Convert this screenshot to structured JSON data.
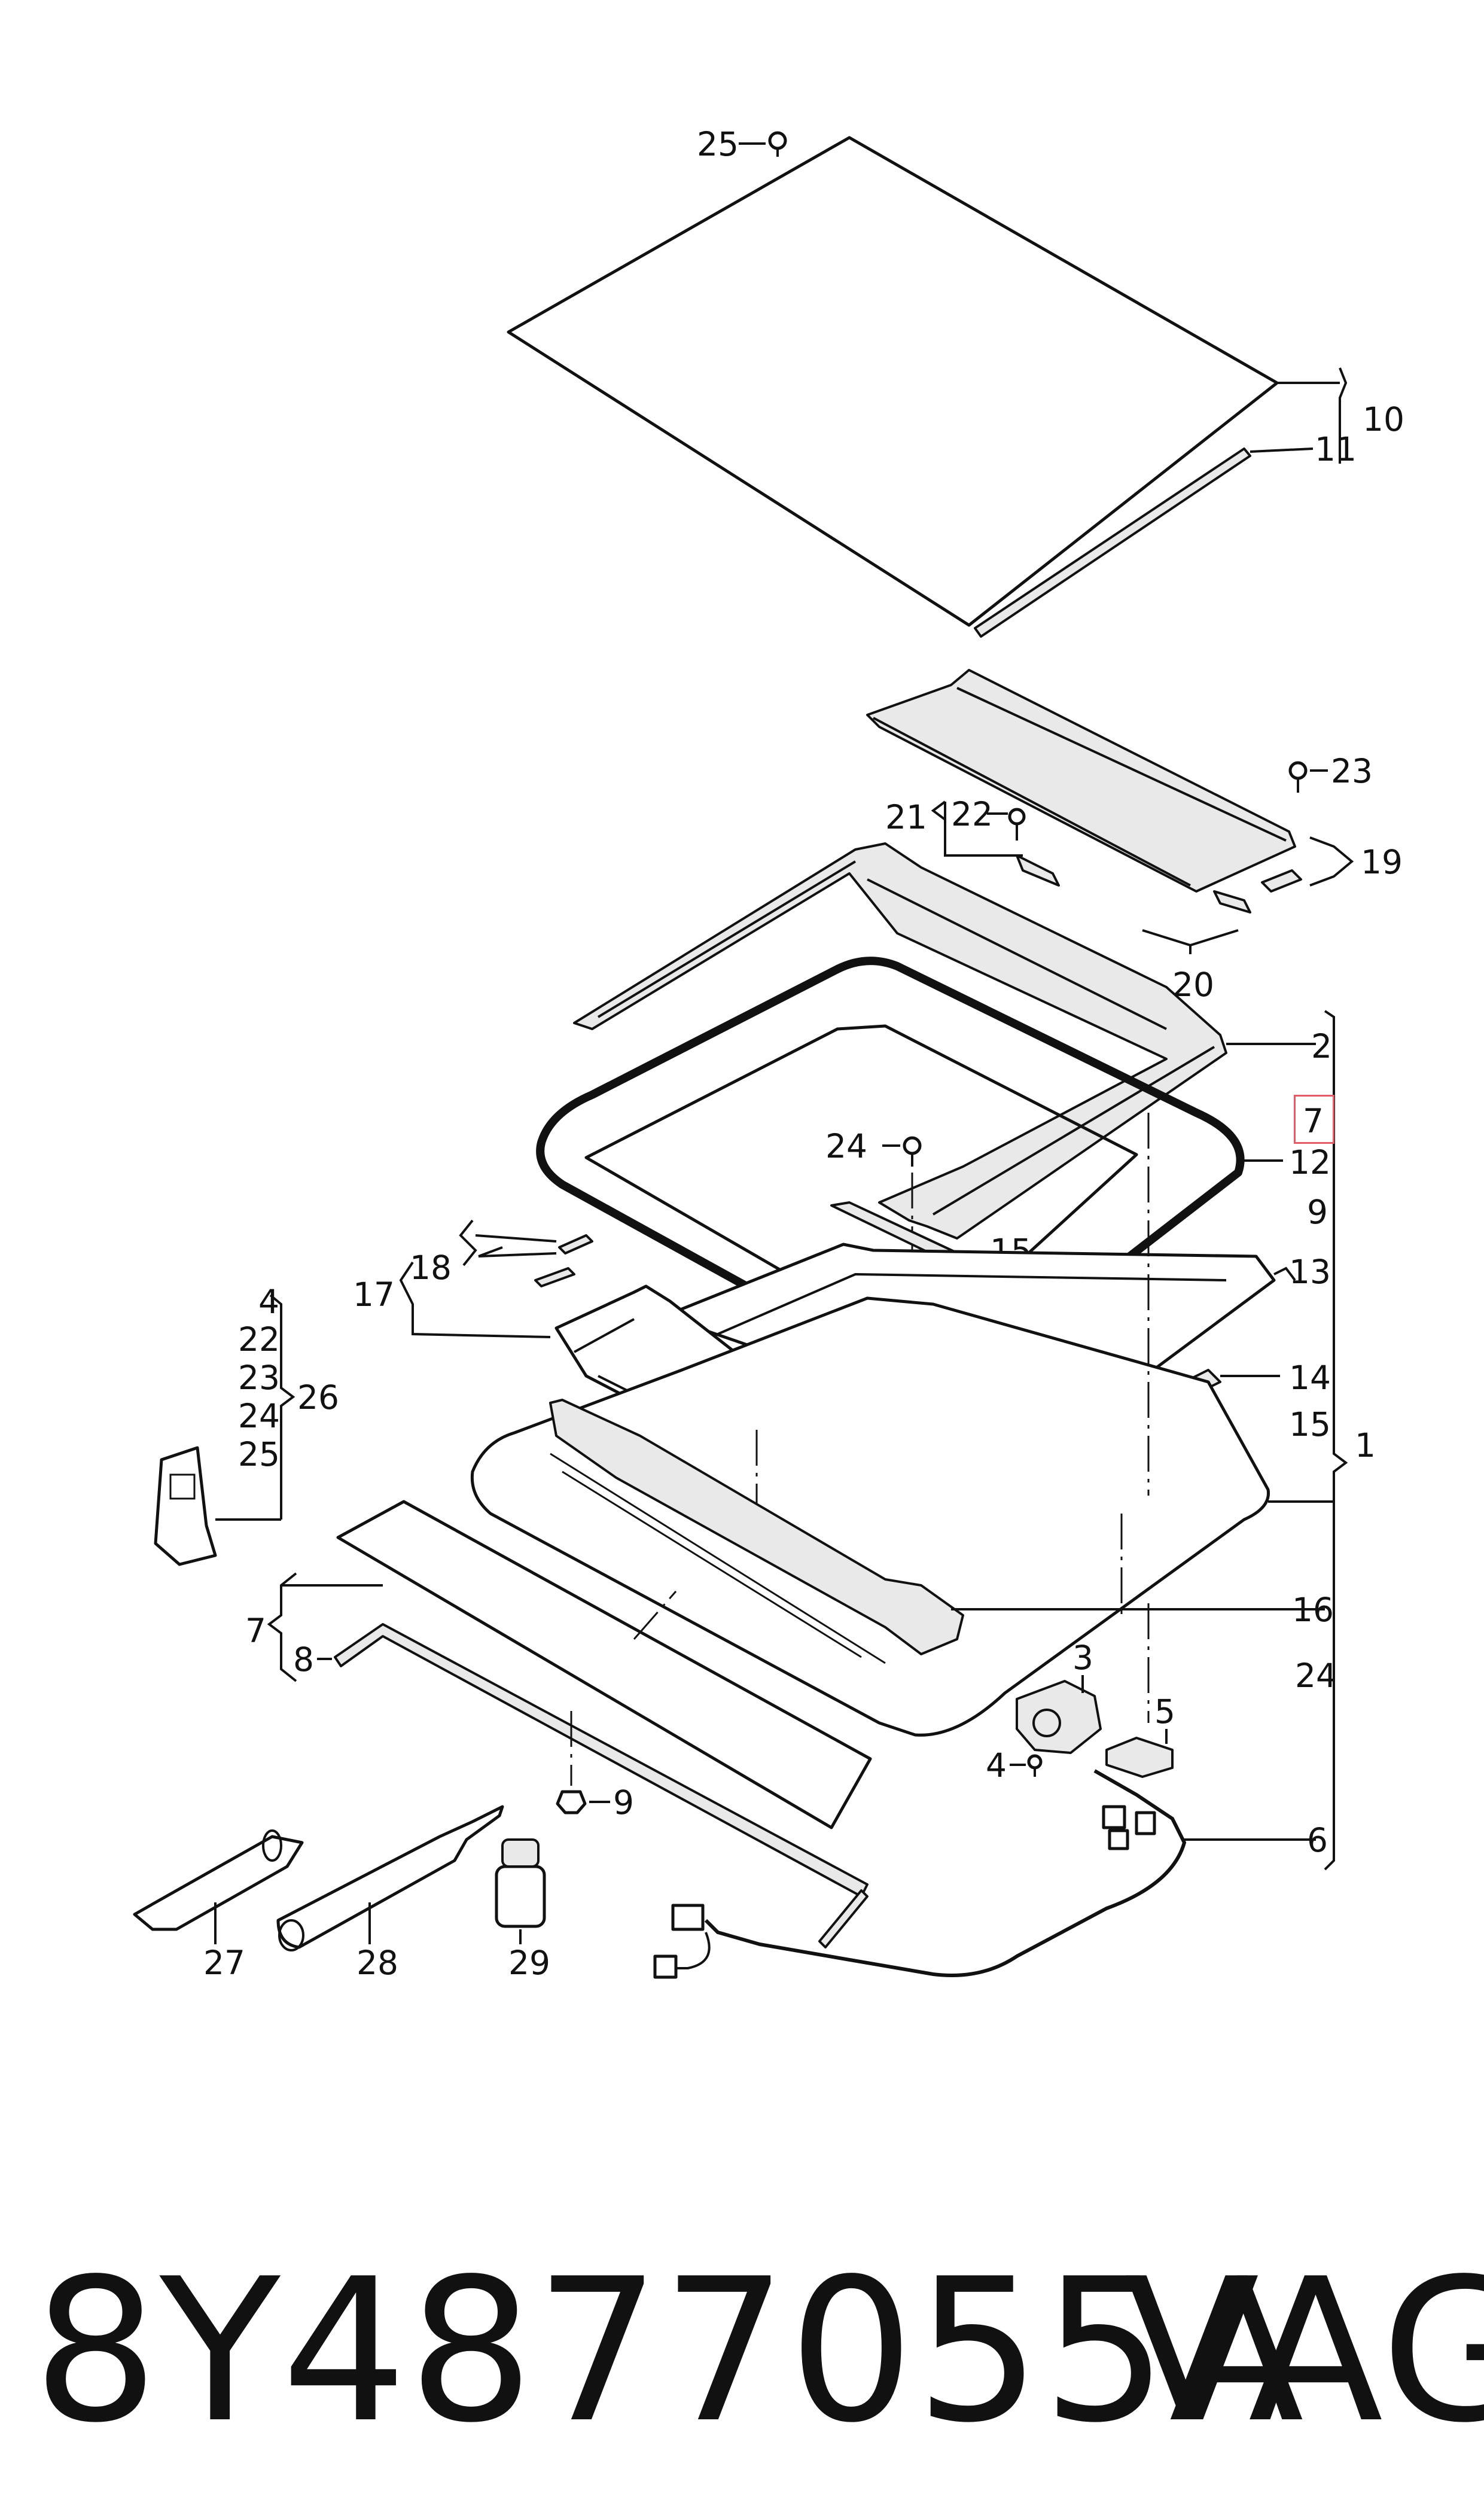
{
  "diagram": {
    "callouts": {
      "c1": "1",
      "c2": "2",
      "c3": "3",
      "c4a": "4",
      "c4b": "4",
      "c5": "5",
      "c6": "6",
      "c7a": "7",
      "c7b": "7",
      "c8": "8",
      "c9a": "9",
      "c9b": "9",
      "c10": "10",
      "c11": "11",
      "c12": "12",
      "c13": "13",
      "c14": "14",
      "c15a": "15",
      "c15b": "15",
      "c16": "16",
      "c17": "17",
      "c18": "18",
      "c19": "19",
      "c20": "20",
      "c21": "21",
      "c22a": "22",
      "c22b": "22",
      "c23a": "23",
      "c23b": "23",
      "c24a": "24",
      "c24b": "24",
      "c24c": "24",
      "c25a": "25",
      "c25b": "25",
      "c26": "26",
      "c27": "27",
      "c28": "28",
      "c29": "29"
    },
    "highlighted_callout": "7",
    "highlight_color": "#e35b66"
  },
  "footer": {
    "part_number": "8Y4877055A",
    "brand": "VAG"
  }
}
